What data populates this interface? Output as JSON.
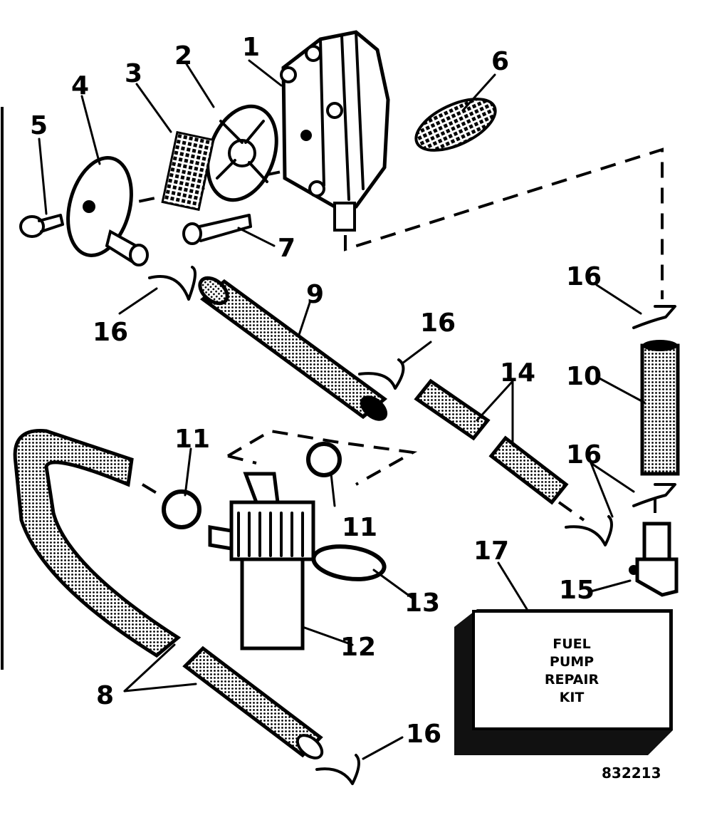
{
  "diagram": {
    "callouts": [
      {
        "id": "c1",
        "text": "1"
      },
      {
        "id": "c2",
        "text": "2"
      },
      {
        "id": "c3",
        "text": "3"
      },
      {
        "id": "c4",
        "text": "4"
      },
      {
        "id": "c5",
        "text": "5"
      },
      {
        "id": "c6",
        "text": "6"
      },
      {
        "id": "c7",
        "text": "7"
      },
      {
        "id": "c8",
        "text": "8"
      },
      {
        "id": "c9",
        "text": "9"
      },
      {
        "id": "c10",
        "text": "10"
      },
      {
        "id": "c11a",
        "text": "11"
      },
      {
        "id": "c11b",
        "text": "11"
      },
      {
        "id": "c12",
        "text": "12"
      },
      {
        "id": "c13",
        "text": "13"
      },
      {
        "id": "c14",
        "text": "14"
      },
      {
        "id": "c15",
        "text": "15"
      },
      {
        "id": "c16a",
        "text": "16"
      },
      {
        "id": "c16b",
        "text": "16"
      },
      {
        "id": "c16c",
        "text": "16"
      },
      {
        "id": "c16d",
        "text": "16"
      },
      {
        "id": "c16e",
        "text": "16"
      },
      {
        "id": "c17",
        "text": "17"
      }
    ],
    "kit_box": {
      "lines": [
        "FUEL",
        "PUMP",
        "REPAIR",
        "KIT"
      ]
    },
    "figure_code": "832213"
  },
  "colors": {
    "ink": "#000000",
    "paper": "#ffffff",
    "kit_shade": "#111111"
  }
}
